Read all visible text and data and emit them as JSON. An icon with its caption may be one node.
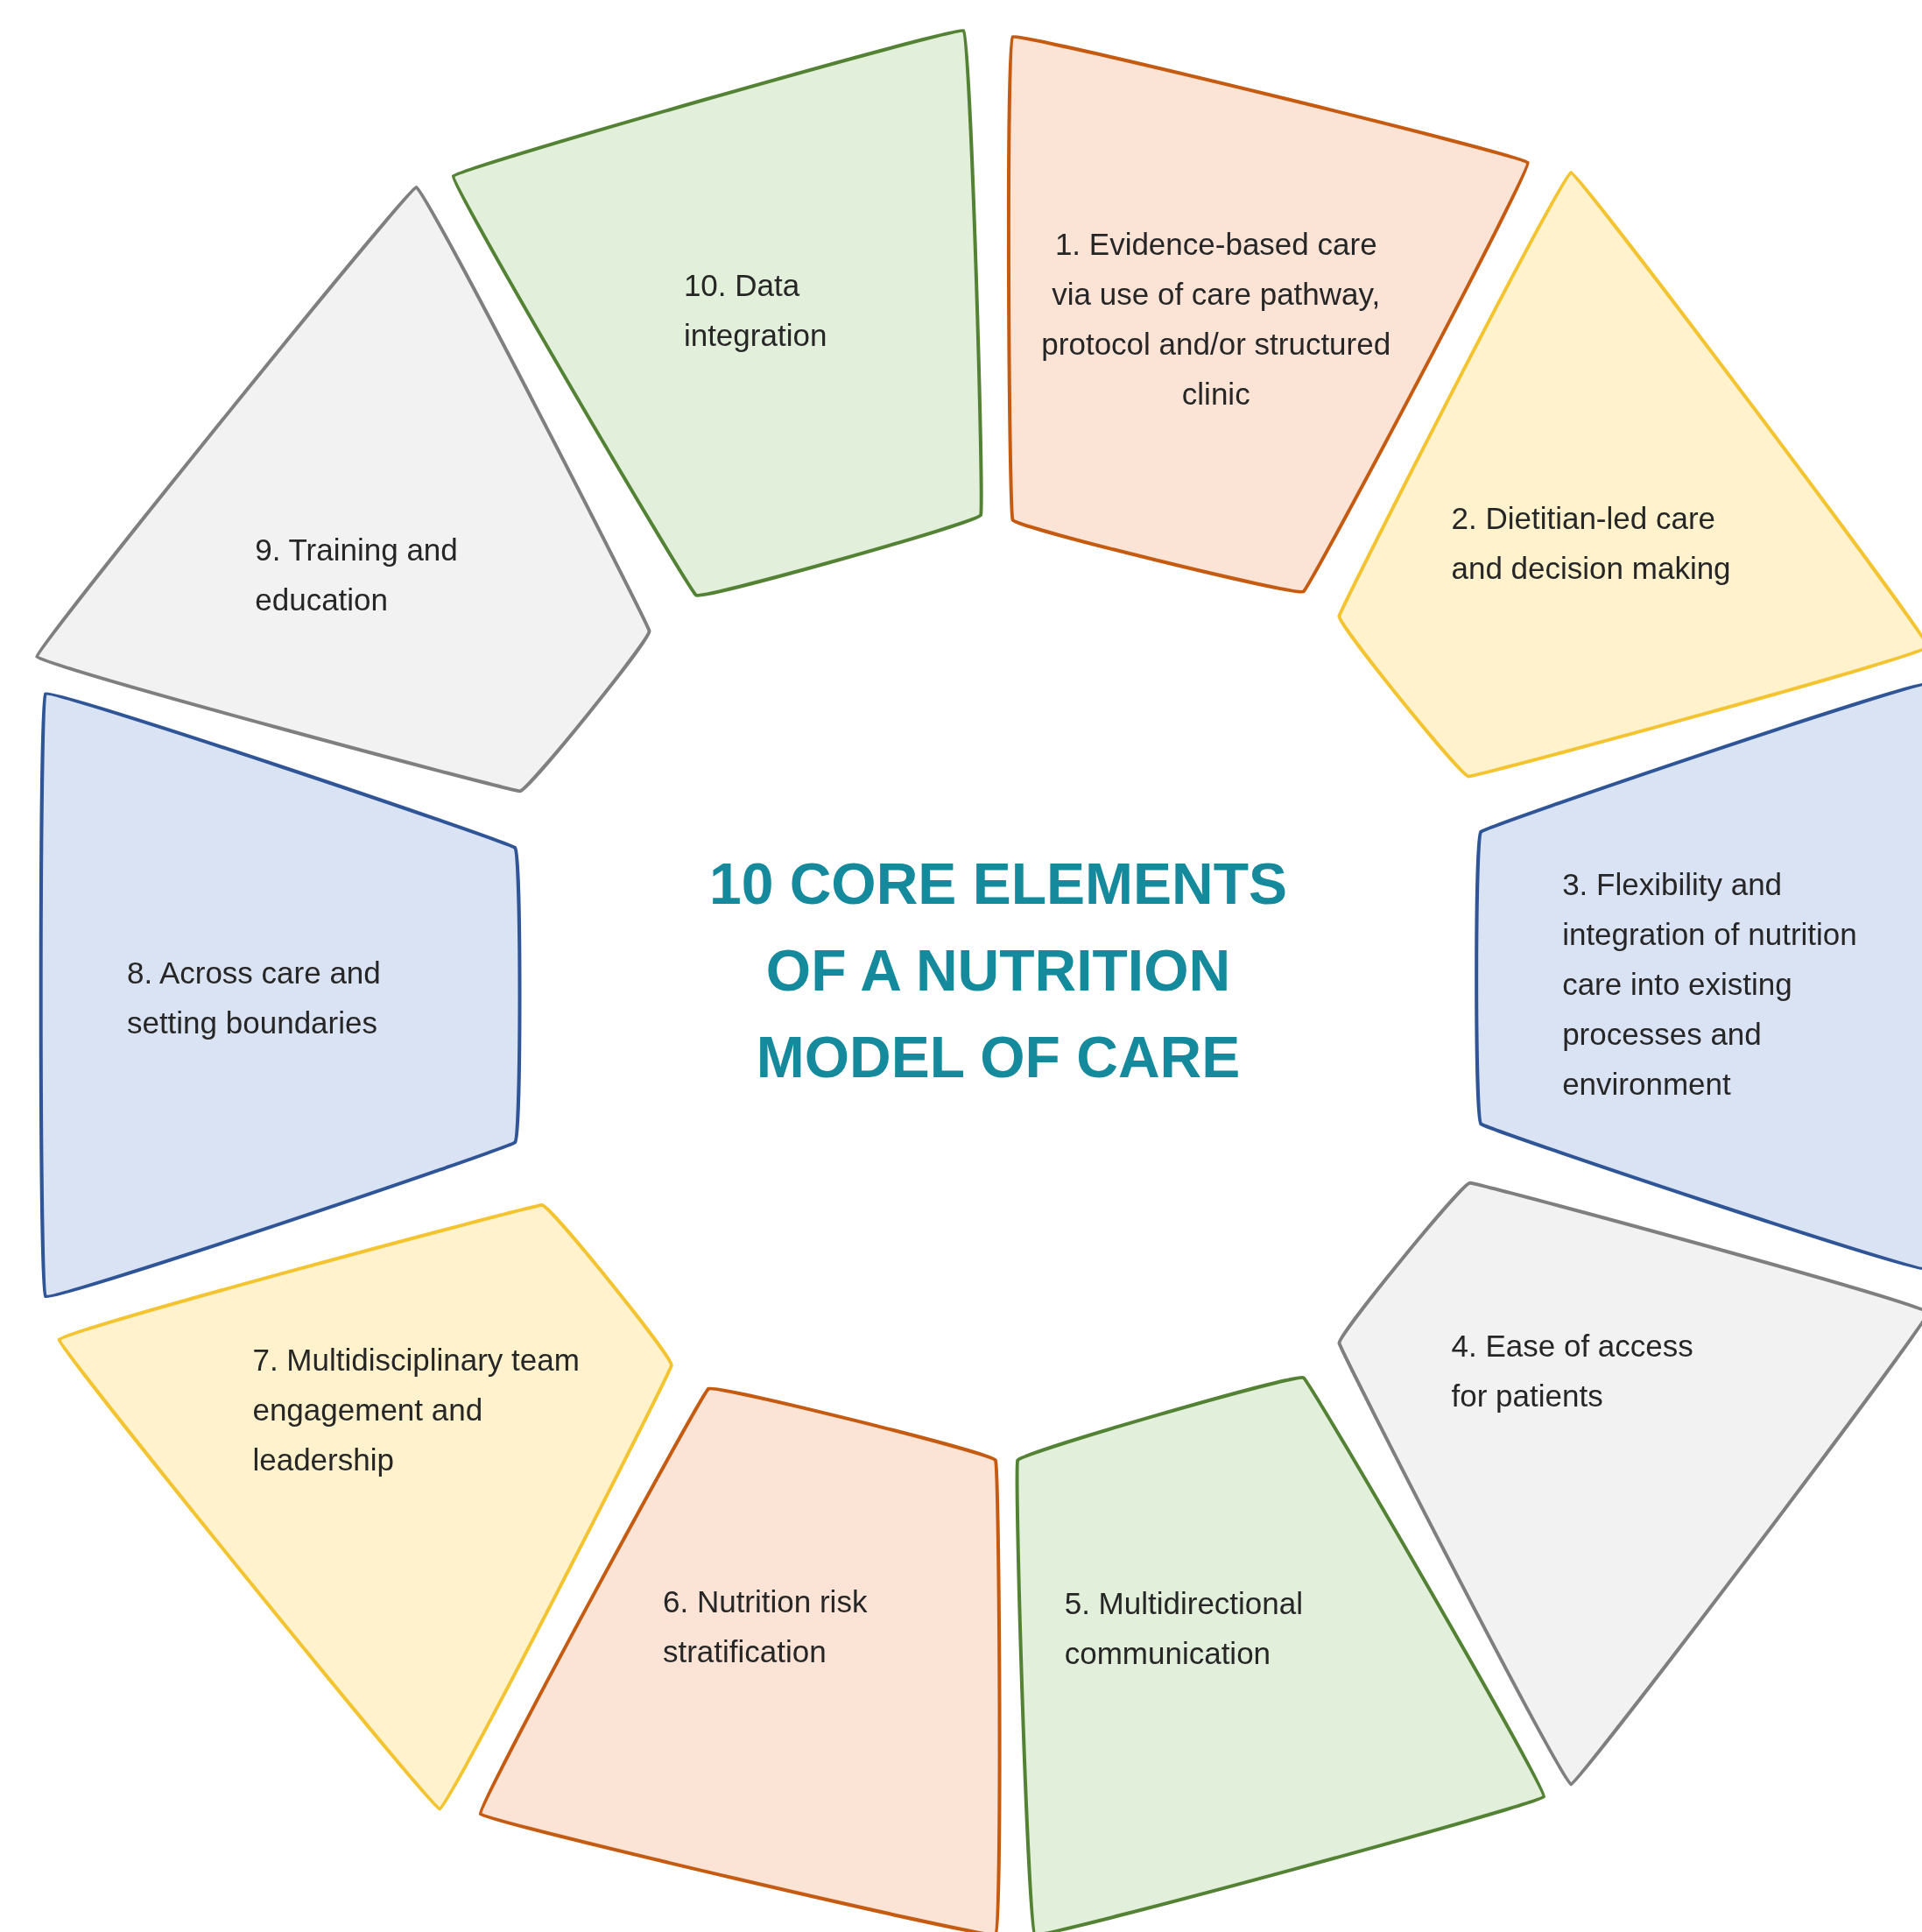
{
  "diagram": {
    "title": "10 CORE ELEMENTS OF A NUTRITION MODEL OF CARE",
    "nodes": [
      {
        "text": [
          "1. Evidence-based care via use of care pathway, protocol and/or structured clinic"
        ]
      },
      {
        "text": [
          "2. Dietitian-led care and decision making"
        ]
      },
      {
        "text": [
          "3. Flexibility and integration of nutrition care into existing processes and environment"
        ]
      },
      {
        "text": [
          "4. Ease of access for patients"
        ]
      },
      {
        "text": [
          "5. Multidirectional communication"
        ]
      },
      {
        "text": [
          "6. Nutrition risk stratification"
        ]
      },
      {
        "text": [
          "7. Multidisciplinary team engagement and leadership"
        ]
      },
      {
        "text": [
          "8. Across care and setting boundaries"
        ]
      },
      {
        "text": [
          "9. Training and education"
        ]
      },
      {
        "text": [
          "10. Data integration"
        ]
      }
    ]
  }
}
